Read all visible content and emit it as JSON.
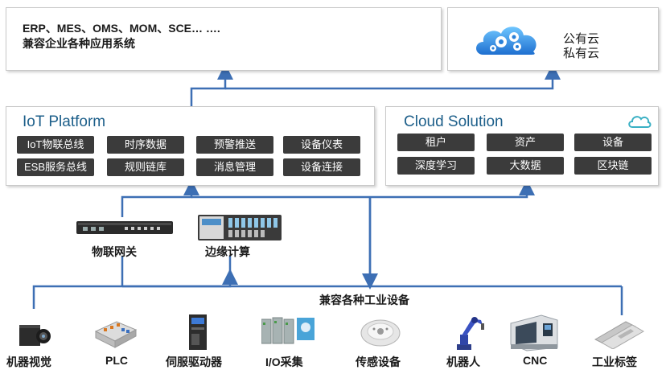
{
  "apps": {
    "line1": "ERP、MES、OMS、MOM、SCE… ….",
    "line2": "兼容企业各种应用系统"
  },
  "cloud": {
    "line1": "公有云",
    "line2": "私有云"
  },
  "iot": {
    "title": "IoT Platform",
    "chips": [
      "IoT物联总线",
      "时序数据",
      "预警推送",
      "设备仪表",
      "ESB服务总线",
      "规则链库",
      "消息管理",
      "设备连接"
    ]
  },
  "cloud_solution": {
    "title": "Cloud Solution",
    "chips": [
      "租户",
      "资产",
      "设备",
      "深度学习",
      "大数据",
      "区块链"
    ]
  },
  "gateway": {
    "gateway_label": "物联网关",
    "edge_label": "边缘计算"
  },
  "bus_label": "兼容各种工业设备",
  "devices": [
    "机器视觉",
    "PLC",
    "伺服驱动器",
    "I/O采集",
    "传感设备",
    "机器人",
    "CNC",
    "工业标签"
  ],
  "colors": {
    "line": "#3d6fb4",
    "chip": "#3b3b3b",
    "title": "#1d5f8a"
  }
}
